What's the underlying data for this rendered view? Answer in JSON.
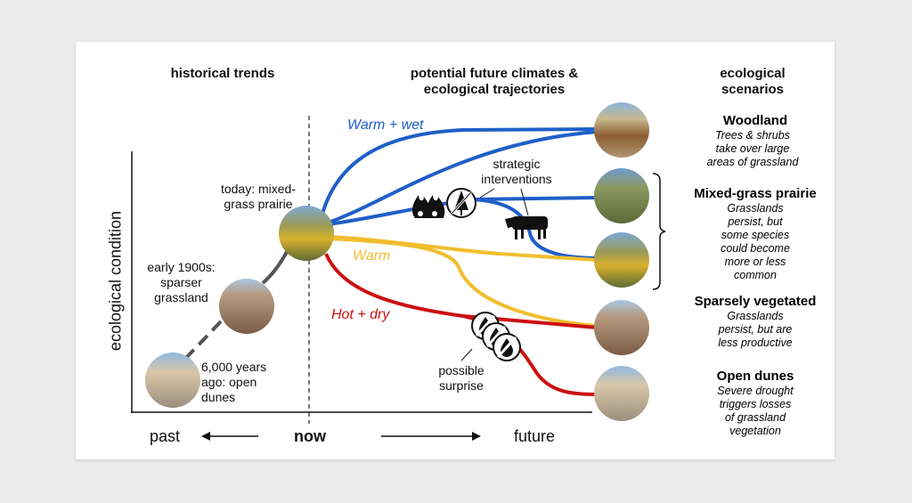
{
  "headers": {
    "historical": "historical trends",
    "future": "potential future climates & ecological trajectories",
    "scenarios": "ecological scenarios"
  },
  "axis": {
    "y_label": "ecological condition",
    "past": "past",
    "now": "now",
    "future": "future"
  },
  "history": {
    "today": "today: mixed-grass prairie",
    "early": "early 1900s: sparser grassland",
    "ancient": "6,000 years ago: open dunes"
  },
  "climates": {
    "warm_wet": {
      "label": "Warm + wet",
      "color": "#1f5fc8"
    },
    "warm": {
      "label": "Warm",
      "color": "#f0be2e"
    },
    "hot_dry": {
      "label": "Hot + dry",
      "color": "#cc1010"
    }
  },
  "annotations": {
    "strategic": "strategic interventions",
    "surprise": "possible surprise"
  },
  "scenarios": [
    {
      "title": "Woodland",
      "desc": "Trees & shrubs take over large areas of grassland"
    },
    {
      "title": "Mixed-grass prairie",
      "desc": "Grasslands persist, but some species could become more or less common"
    },
    {
      "title": "Sparsely vegetated",
      "desc": "Grasslands persist, but are less productive"
    },
    {
      "title": "Open dunes",
      "desc": "Severe drought triggers losses of grassland vegetation"
    }
  ]
}
